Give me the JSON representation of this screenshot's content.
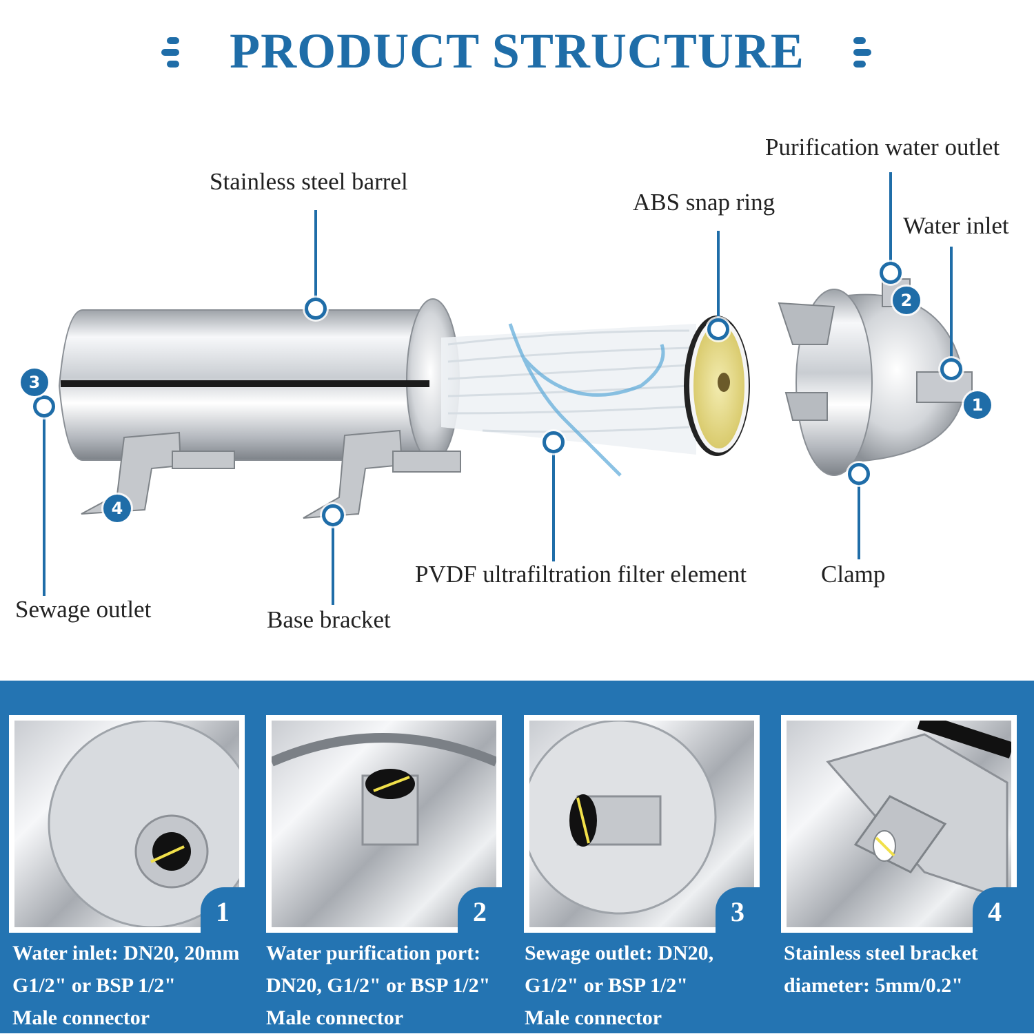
{
  "title": "PRODUCT STRUCTURE",
  "colors": {
    "accent": "#1f6da8",
    "band": "#2474b2"
  },
  "labels": {
    "barrel": "Stainless steel barrel",
    "abs_ring": "ABS snap ring",
    "purification_outlet": "Purification water outlet",
    "water_inlet": "Water inlet",
    "sewage_outlet": "Sewage outlet",
    "base_bracket": "Base bracket",
    "pvdf_element": "PVDF ultrafiltration filter element",
    "clamp": "Clamp"
  },
  "markers": [
    "1",
    "2",
    "3",
    "4"
  ],
  "details": [
    {
      "number": "1",
      "lines": [
        "Water inlet: DN20, 20mm",
        "G1/2\" or BSP 1/2\"",
        "Male connector"
      ]
    },
    {
      "number": "2",
      "lines": [
        "Water purification port:",
        "DN20, G1/2\" or BSP 1/2\"",
        "Male connector"
      ]
    },
    {
      "number": "3",
      "lines": [
        "Sewage outlet: DN20,",
        "G1/2\" or BSP 1/2\"",
        "Male connector"
      ]
    },
    {
      "number": "4",
      "lines": [
        "Stainless steel bracket",
        "diameter: 5mm/0.2\""
      ]
    }
  ]
}
